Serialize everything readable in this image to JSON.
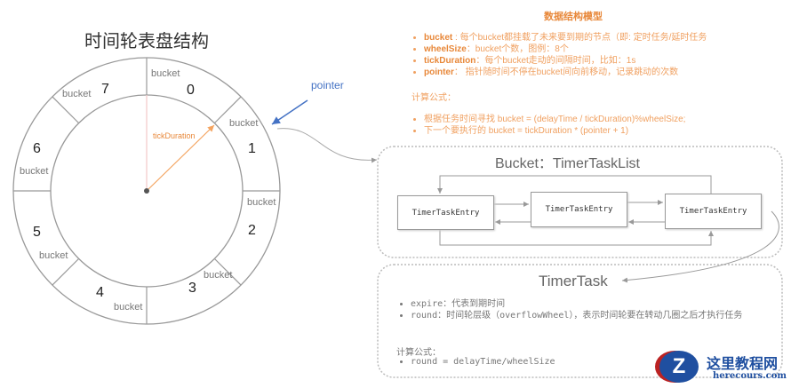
{
  "wheel": {
    "title": "时间轮表盘结构",
    "bucket_label": "bucket",
    "numbers": [
      "0",
      "1",
      "2",
      "3",
      "4",
      "5",
      "6",
      "7"
    ],
    "tick_label": "tickDuration",
    "pointer_label": "pointer"
  },
  "model": {
    "title": "数据结构模型",
    "items": [
      {
        "key": "bucket",
        "text": " : 每个bucket都挂载了未来要到期的节点（即: 定时任务/延时任务"
      },
      {
        "key": "wheelSize",
        "text": "：bucket个数，图例：8个"
      },
      {
        "key": "tickDuration",
        "text": "：每个bucket走动的间隔时间，比如：1s"
      },
      {
        "key": "pointer",
        "text": "：  指针随时间不停在bucket间向前移动，记录跳动的次数"
      }
    ],
    "formula_title": "计算公式：",
    "formulas": [
      "根据任务时间寻找 bucket = (delayTime / tickDuration)%wheelSize;",
      "下一个要执行的 bucket = tickDuration * (pointer + 1)"
    ]
  },
  "bucket_list": {
    "title": "Bucket：TimerTaskList",
    "entries": [
      "TimerTaskEntry",
      "TimerTaskEntry",
      "TimerTaskEntry"
    ]
  },
  "timer_task": {
    "title": "TimerTask",
    "items": [
      "expire：代表到期时间",
      "round：时间轮层级（overflowWheel），表示时间轮要在转动几圈之后才执行任务"
    ],
    "formula_title": "计算公式：",
    "formula": "round = delayTime/wheelSize"
  },
  "watermark": {
    "name": "这里教程网",
    "url": "herecours.com"
  }
}
